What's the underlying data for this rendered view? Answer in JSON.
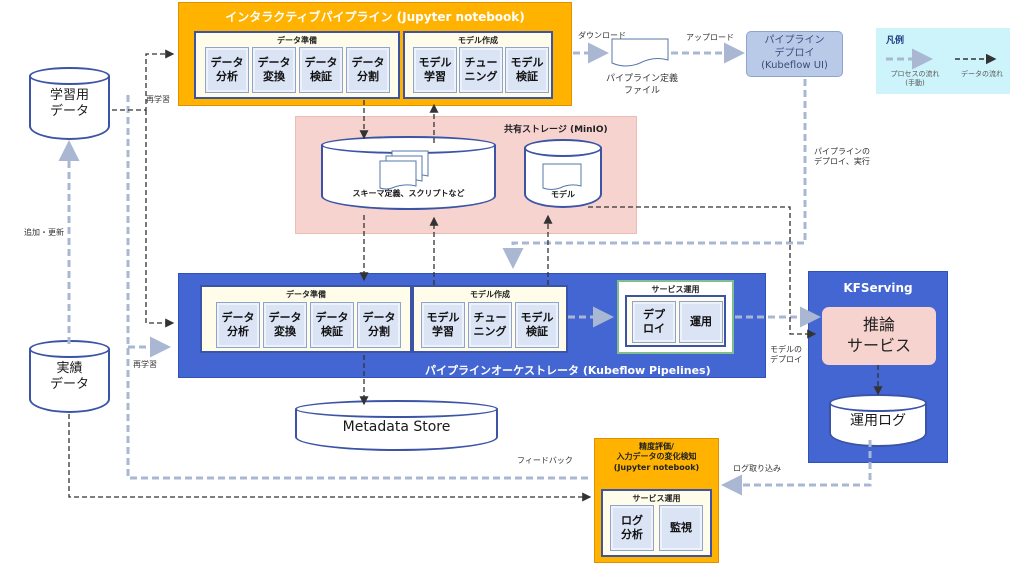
{
  "interactive": {
    "title": "インタラクティブパイプライン (Jupyter notebook)",
    "data_prep": {
      "title": "データ準備",
      "steps": [
        "データ\n分析",
        "データ\n変換",
        "データ\n検証",
        "データ\n分割"
      ]
    },
    "model_build": {
      "title": "モデル作成",
      "steps": [
        "モデル\n学習",
        "チュー\nニング",
        "モデル\n検証"
      ]
    }
  },
  "shared_storage": {
    "title": "共有ストレージ (MinIO)",
    "schema_label": "スキーマ定義、スクリプトなど",
    "model_label": "モデル"
  },
  "orchestrator": {
    "title": "パイプラインオーケストレータ (Kubeflow Pipelines)",
    "data_prep": {
      "title": "データ準備",
      "steps": [
        "データ\n分析",
        "データ\n変換",
        "データ\n検証",
        "データ\n分割"
      ]
    },
    "model_build": {
      "title": "モデル作成",
      "steps": [
        "モデル\n学習",
        "チュー\nニング",
        "モデル\n検証"
      ]
    },
    "service_ops": {
      "title": "サービス運用",
      "steps": [
        "デプ\nロイ",
        "運用"
      ]
    }
  },
  "metadata_store": "Metadata Store",
  "training_data": "学習用\nデータ",
  "actual_data": "実績\nデータ",
  "pipeline_def": "パイプライン定義\nファイル",
  "pipeline_deploy": "パイプライン\nデプロイ\n(Kubeflow UI)",
  "legend": {
    "title": "凡例",
    "process_flow": "プロセスの流れ\n(手動)",
    "data_flow": "データの流れ"
  },
  "kfserving": {
    "title": "KFServing",
    "inference": "推論\nサービス",
    "ops_log": "運用ログ"
  },
  "evaluation": {
    "title": "精度評価/\n入力データの変化検知\n(Jupyter notebook)",
    "service_ops": {
      "title": "サービス運用",
      "steps": [
        "ログ\n分析",
        "監視"
      ]
    }
  },
  "labels": {
    "download": "ダウンロード",
    "upload": "アップロード",
    "retrain_top": "再学習",
    "retrain_mid": "再学習",
    "add_update": "追加・更新",
    "deploy_run": "パイプラインの\nデプロイ、実行",
    "model_deploy": "モデルの\nデプロイ",
    "feedback": "フィードバック",
    "log_ingest": "ログ取り込み"
  },
  "colors": {
    "orange": "#ffb300",
    "blue": "#4466d2",
    "pink": "#f7d3cf",
    "accent_blue": "#3b54a6",
    "legend_bg": "#cdf3fb"
  }
}
